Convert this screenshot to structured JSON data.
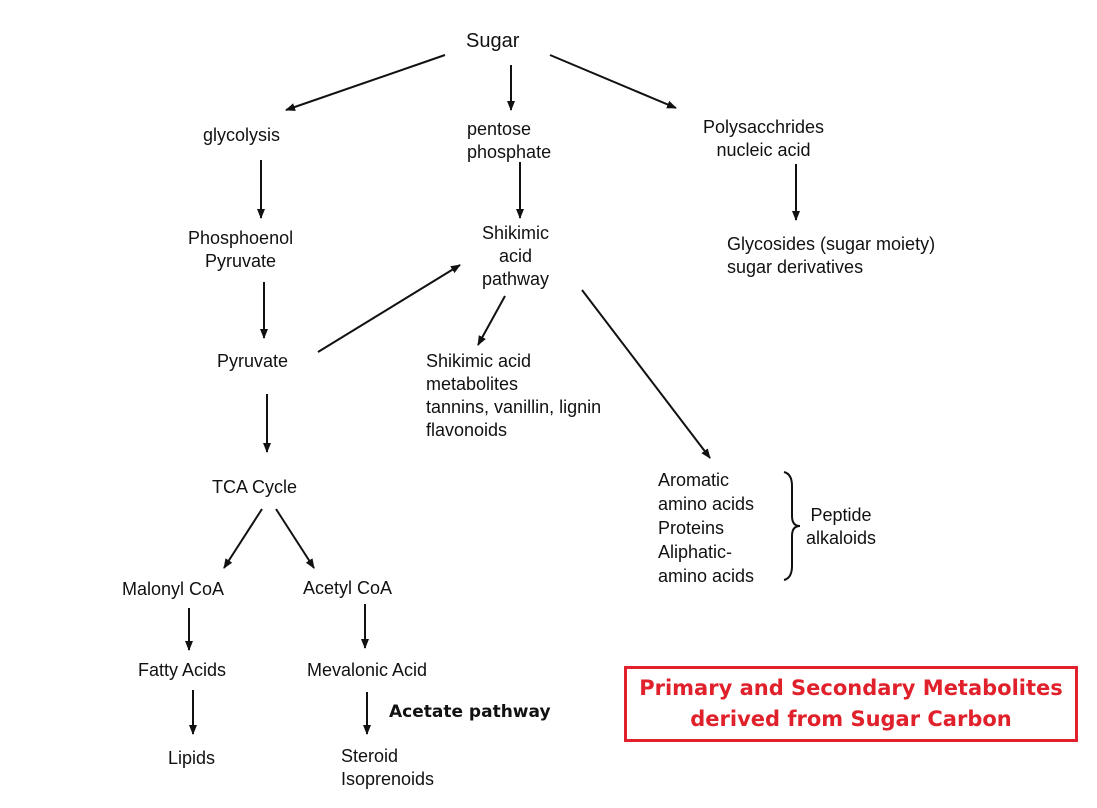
{
  "colors": {
    "text": "#111111",
    "caption": "#e0202a"
  },
  "nodes": {
    "sugar": "Sugar",
    "glycolysis": "glycolysis",
    "pentose": [
      "pentose",
      "phosphate"
    ],
    "polysaccharides": [
      "Polysacchrides",
      "nucleic acid"
    ],
    "glycosides": [
      "Glycosides (sugar moiety)",
      "sugar derivatives"
    ],
    "pep": [
      "Phosphoenol",
      "Pyruvate"
    ],
    "shikimic_pathway": [
      "Shikimic",
      "acid",
      "pathway"
    ],
    "pyruvate": "Pyruvate",
    "shikimic_metabolites": [
      "Shikimic acid",
      "metabolites",
      "tannins, vanillin, lignin",
      "flavonoids"
    ],
    "tca": "TCA Cycle",
    "aromatic": [
      "Aromatic",
      "amino acids",
      "Proteins",
      "Aliphatic-",
      "amino acids"
    ],
    "peptide": [
      "Peptide",
      "alkaloids"
    ],
    "malonyl": "Malonyl CoA",
    "acetyl": "Acetyl CoA",
    "fatty": "Fatty Acids",
    "mevalonic": "Mevalonic Acid",
    "acetate_pathway": "Acetate pathway",
    "lipids": "Lipids",
    "steroid": [
      "Steroid",
      "Isoprenoids"
    ]
  },
  "caption": [
    "Primary and Secondary Metabolites",
    "derived from Sugar Carbon"
  ]
}
